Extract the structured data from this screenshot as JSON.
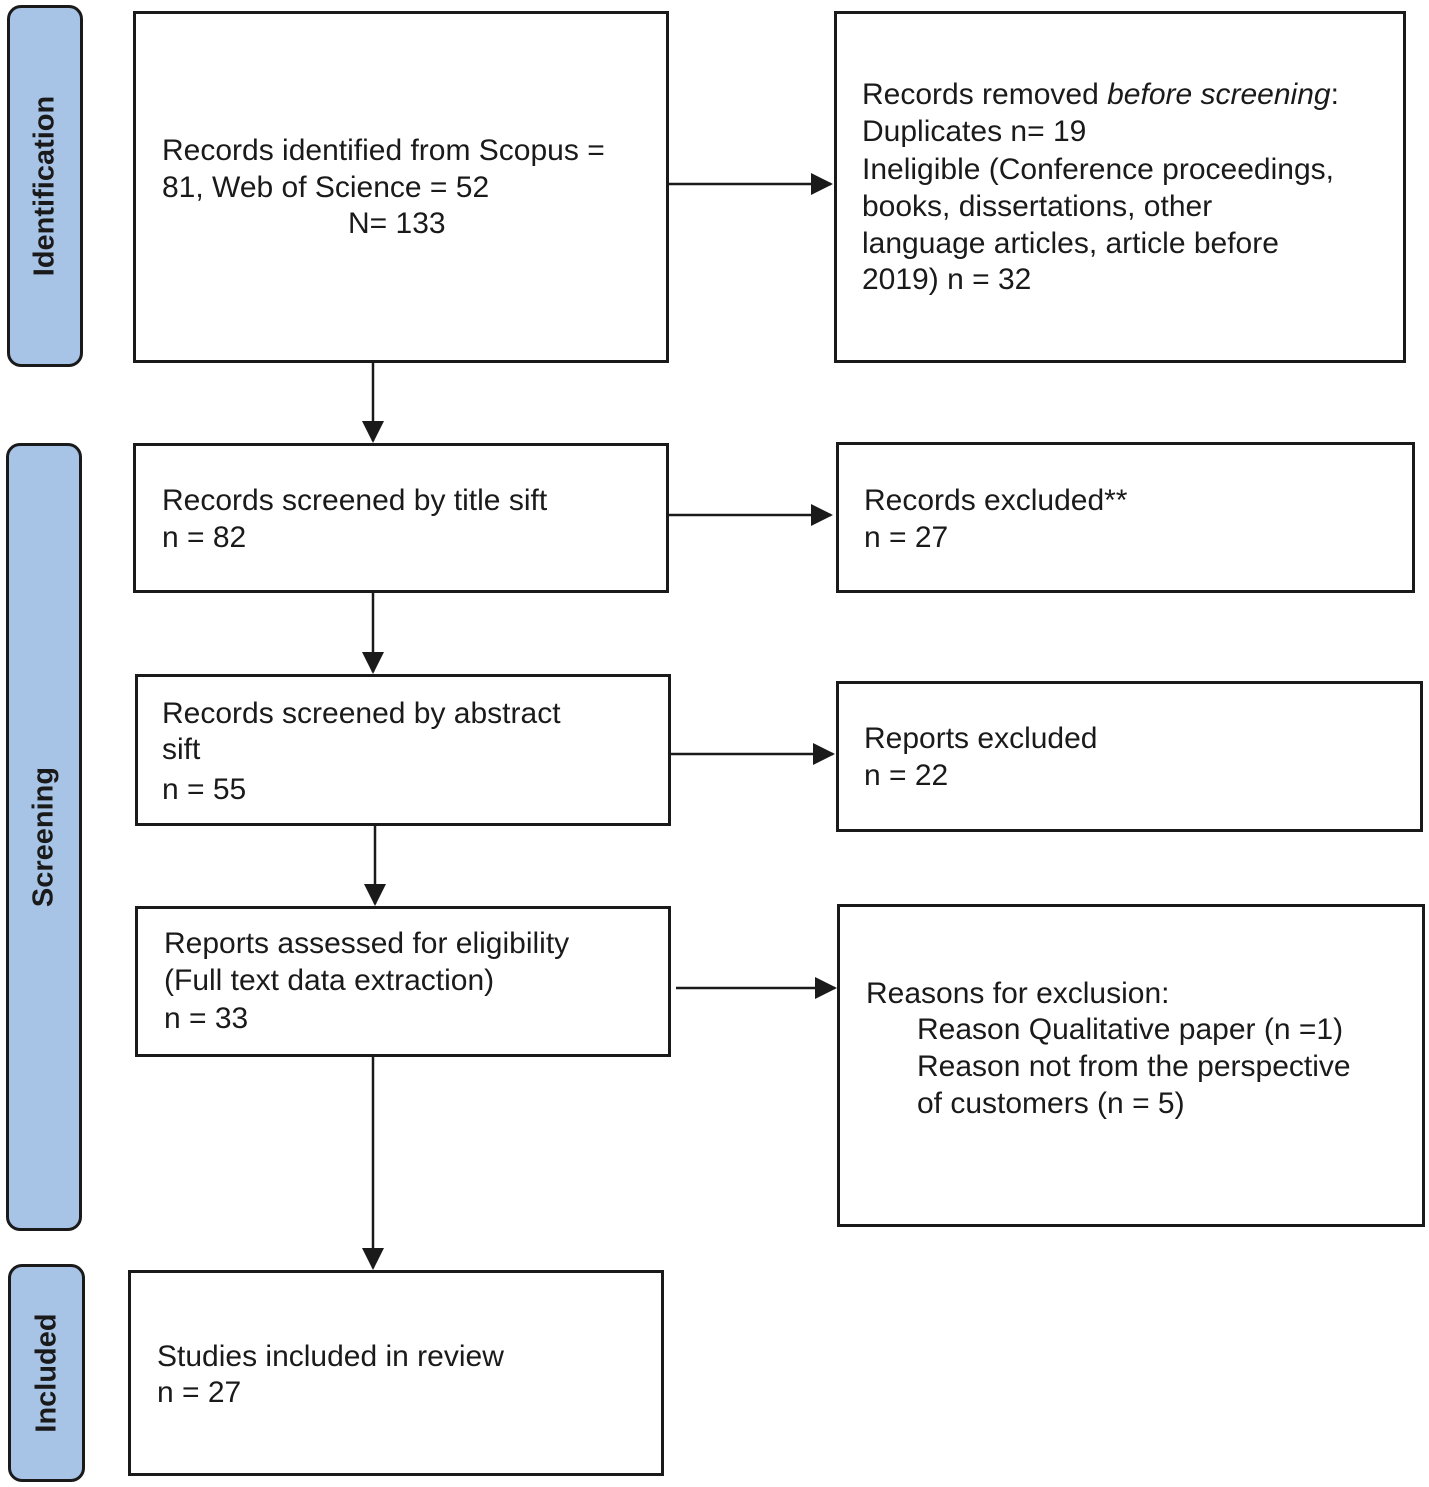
{
  "phases": {
    "identification": "Identification",
    "screening": "Screening",
    "included": "Included"
  },
  "identified": {
    "line1": "Records identified from Scopus =",
    "line2": "81, Web of Science = 52",
    "line3": "N= 133"
  },
  "removed": {
    "line1_prefix": "Records removed ",
    "line1_italic": "before screening",
    "line1_suffix": ":",
    "line2": "Duplicates n= 19",
    "line3": "Ineligible (Conference proceedings,",
    "line4": "books, dissertations, other",
    "line5": "language articles, article before",
    "line6": "2019) n = 32"
  },
  "title_sift": {
    "line1": "Records screened by title sift",
    "line2": "n = 82"
  },
  "excluded_records": {
    "line1": "Records excluded**",
    "line2": "n = 27"
  },
  "abstract_sift": {
    "line1": "Records screened by abstract",
    "line2": "sift",
    "line3": "n = 55"
  },
  "reports_excluded": {
    "line1": "Reports excluded",
    "line2": "n = 22"
  },
  "eligibility": {
    "line1": "Reports assessed for eligibility",
    "line2": "(Full text data extraction)",
    "line3": "n = 33"
  },
  "exclusion_reasons": {
    "line1": "Reasons for exclusion:",
    "line2": "Reason Qualitative paper (n =1)",
    "line3": "Reason not from the perspective",
    "line4": "of customers (n = 5)"
  },
  "included_studies": {
    "line1": "Studies included in review",
    "line2": "n = 27"
  },
  "colors": {
    "phase_fill": "#a7c3e6",
    "stroke": "#1a1a1a"
  }
}
